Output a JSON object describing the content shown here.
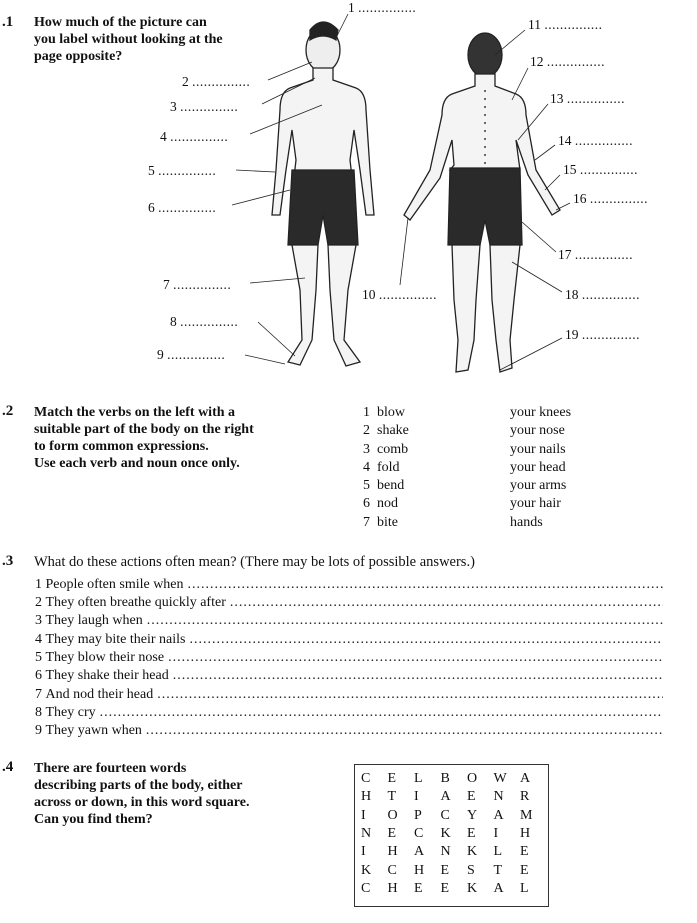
{
  "section1": {
    "number": ".1",
    "instruction_lines": [
      "How much of the picture can",
      "you label without looking at the",
      "page opposite?"
    ],
    "labels": [
      {
        "num": "1",
        "blank": "..............."
      },
      {
        "num": "2",
        "blank": "..............."
      },
      {
        "num": "3",
        "blank": "..............."
      },
      {
        "num": "4",
        "blank": "..............."
      },
      {
        "num": "5",
        "blank": "..............."
      },
      {
        "num": "6",
        "blank": "..............."
      },
      {
        "num": "7",
        "blank": "..............."
      },
      {
        "num": "8",
        "blank": "..............."
      },
      {
        "num": "9",
        "blank": "..............."
      },
      {
        "num": "10",
        "blank": "..............."
      },
      {
        "num": "11",
        "blank": "..............."
      },
      {
        "num": "12",
        "blank": "..............."
      },
      {
        "num": "13",
        "blank": "..............."
      },
      {
        "num": "14",
        "blank": "..............."
      },
      {
        "num": "15",
        "blank": "..............."
      },
      {
        "num": "16",
        "blank": "..............."
      },
      {
        "num": "17",
        "blank": "..............."
      },
      {
        "num": "18",
        "blank": "..............."
      },
      {
        "num": "19",
        "blank": "..............."
      }
    ]
  },
  "section2": {
    "number": ".2",
    "instruction_lines": [
      "Match the verbs on the left with a",
      "suitable part of the body on the right",
      "to form common expressions.",
      "Use each verb and noun once only."
    ],
    "verbs": [
      {
        "num": "1",
        "verb": "blow"
      },
      {
        "num": "2",
        "verb": "shake"
      },
      {
        "num": "3",
        "verb": "comb"
      },
      {
        "num": "4",
        "verb": "fold"
      },
      {
        "num": "5",
        "verb": "bend"
      },
      {
        "num": "6",
        "verb": "nod"
      },
      {
        "num": "7",
        "verb": "bite"
      }
    ],
    "nouns": [
      "your knees",
      "your nose",
      "your nails",
      "your head",
      "your arms",
      "your hair",
      "hands"
    ]
  },
  "section3": {
    "number": ".3",
    "instruction": "What do these actions often mean? (There may be lots of possible answers.)",
    "items": [
      {
        "num": "1",
        "text": "People often smile when"
      },
      {
        "num": "2",
        "text": "They often breathe quickly after"
      },
      {
        "num": "3",
        "text": "They laugh when"
      },
      {
        "num": "4",
        "text": "They may bite their nails"
      },
      {
        "num": "5",
        "text": "They blow their nose"
      },
      {
        "num": "6",
        "text": "They shake their head"
      },
      {
        "num": "7",
        "text": "And nod their head"
      },
      {
        "num": "8",
        "text": "They cry"
      },
      {
        "num": "9",
        "text": "They yawn when"
      }
    ]
  },
  "section4": {
    "number": ".4",
    "instruction_lines": [
      "There are fourteen words",
      "describing parts of the body, either",
      "across or down, in this word square.",
      "Can you find them?"
    ],
    "grid": [
      [
        "C",
        "E",
        "L",
        "B",
        "O",
        "W",
        "A"
      ],
      [
        "H",
        "T",
        "I",
        "A",
        "E",
        "N",
        "R"
      ],
      [
        "I",
        "O",
        "P",
        "C",
        "Y",
        "A",
        "M"
      ],
      [
        "N",
        "E",
        "C",
        "K",
        "E",
        "I",
        "H"
      ],
      [
        "I",
        "H",
        "A",
        "N",
        "K",
        "L",
        "E"
      ],
      [
        "K",
        "C",
        "H",
        "E",
        "S",
        "T",
        "E"
      ],
      [
        "C",
        "H",
        "E",
        "E",
        "K",
        "A",
        "L"
      ]
    ]
  }
}
